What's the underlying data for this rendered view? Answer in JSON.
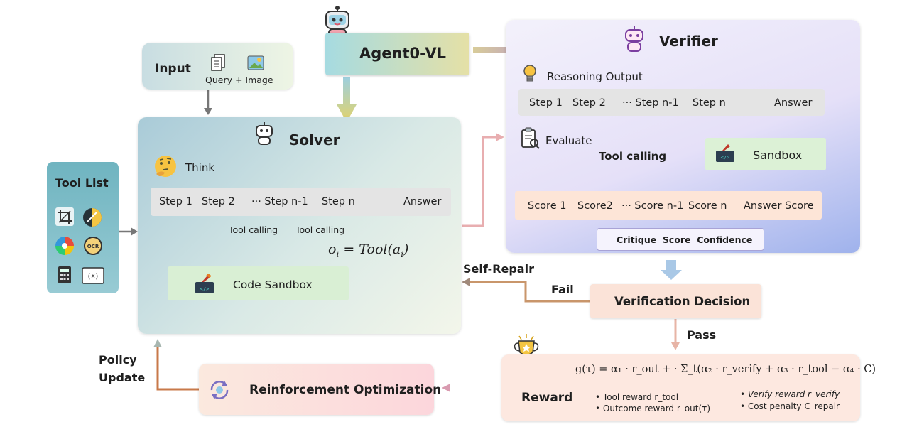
{
  "input": {
    "title": "Input",
    "caption": "Query + Image"
  },
  "agent": {
    "title": "Agent0-VL"
  },
  "solver": {
    "title": "Solver",
    "think": "Think",
    "steps": [
      "Step 1",
      "Step 2",
      "··· Step n-1",
      "Step n"
    ],
    "answer": "Answer",
    "tool_calling_1": "Tool calling",
    "tool_calling_2": "Tool calling",
    "formula_left": "o",
    "formula_sub": "i",
    "formula_right": "= Tool(a",
    "formula_sub2": "i",
    "formula_close": ")",
    "sandbox": "Code Sandbox"
  },
  "tool_list": {
    "title": "Tool List"
  },
  "verifier": {
    "title": "Verifier",
    "reasoning_output": "Reasoning Output",
    "steps": [
      "Step 1",
      "Step 2",
      "··· Step n-1",
      "Step n"
    ],
    "answer": "Answer",
    "evaluate": "Evaluate",
    "tool_calling": "Tool calling",
    "sandbox": "Sandbox",
    "scores": [
      "Score 1",
      "Score2",
      "··· Score n-1",
      "Score n",
      "Answer Score"
    ],
    "critique": "Critique  Score  Confidence"
  },
  "flow": {
    "self_repair": "Self-Repair",
    "fail": "Fail",
    "pass": "Pass",
    "policy_update_line1": "Policy",
    "policy_update_line2": "Update"
  },
  "verification_decision": "Verification Decision",
  "reinforcement": "Reinforcement Optimization",
  "reward": {
    "label": "Reward",
    "formula": "g(τ) = α₁ · r_out + · Σ_t(α₂ · r_verify + α₃ · r_tool − α₄ · C)",
    "items_left": [
      "Tool reward r_tool",
      "Outcome reward r_out(τ)"
    ],
    "items_right": [
      "Verify reward r_verify",
      "Cost penalty C_repair"
    ]
  },
  "colors": {
    "solver_bg": "#cfe3e8",
    "verifier_bg": "#e7e2fa",
    "sandbox_green": "#dff3da",
    "score_bg": "#fde7d8",
    "step_bg": "#e8e8e8",
    "decision_bg": "#fbe4da",
    "reinforce_bg": "#fcdfe0",
    "reward_bg": "#fde9e2",
    "tool_list_bg": "#7fb9c4",
    "agent_bg": "#b6dcc0",
    "fail_arrow": "#c86b3a",
    "tool_arrow": "#c0392b"
  }
}
